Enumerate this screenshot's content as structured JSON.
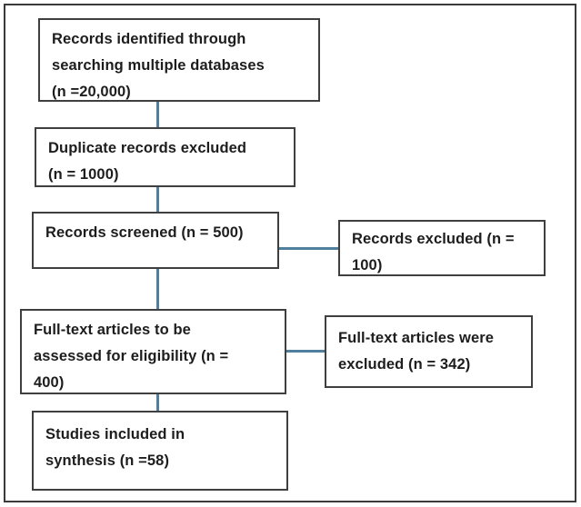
{
  "diagram": {
    "type": "prisma-flowchart",
    "colors": {
      "connector": "#4e7f9d",
      "box_border": "#3f3f3f",
      "outer_frame_border": "#3a3a3a",
      "text": "#1d1d1d",
      "background": "#ffffff"
    },
    "nodes": {
      "identified": {
        "lines": [
          "Records identified through",
          "searching multiple databases",
          "(n =20,000)"
        ],
        "n": 20000
      },
      "duplicates": {
        "lines": [
          "Duplicate records excluded",
          "(n = 1000)"
        ],
        "n": 1000
      },
      "screened": {
        "lines": [
          "Records screened (n = 500)"
        ],
        "n": 500
      },
      "records_excluded": {
        "lines": [
          "Records excluded (n =",
          "100)"
        ],
        "n": 100
      },
      "fulltext": {
        "lines": [
          "Full-text articles to be",
          "assessed for eligibility (n =",
          "400)"
        ],
        "n": 400
      },
      "fulltext_excluded": {
        "lines": [
          "Full-text articles were",
          "excluded (n = 342)"
        ],
        "n": 342
      },
      "included": {
        "lines": [
          "Studies included in",
          "synthesis (n =58)"
        ],
        "n": 58
      }
    },
    "connections": [
      {
        "from": "identified",
        "to": "duplicates",
        "direction": "down"
      },
      {
        "from": "duplicates",
        "to": "screened",
        "direction": "down"
      },
      {
        "from": "screened",
        "to": "records_excluded",
        "direction": "right"
      },
      {
        "from": "screened",
        "to": "fulltext",
        "direction": "down"
      },
      {
        "from": "fulltext",
        "to": "fulltext_excluded",
        "direction": "right"
      },
      {
        "from": "fulltext",
        "to": "included",
        "direction": "down"
      }
    ]
  }
}
